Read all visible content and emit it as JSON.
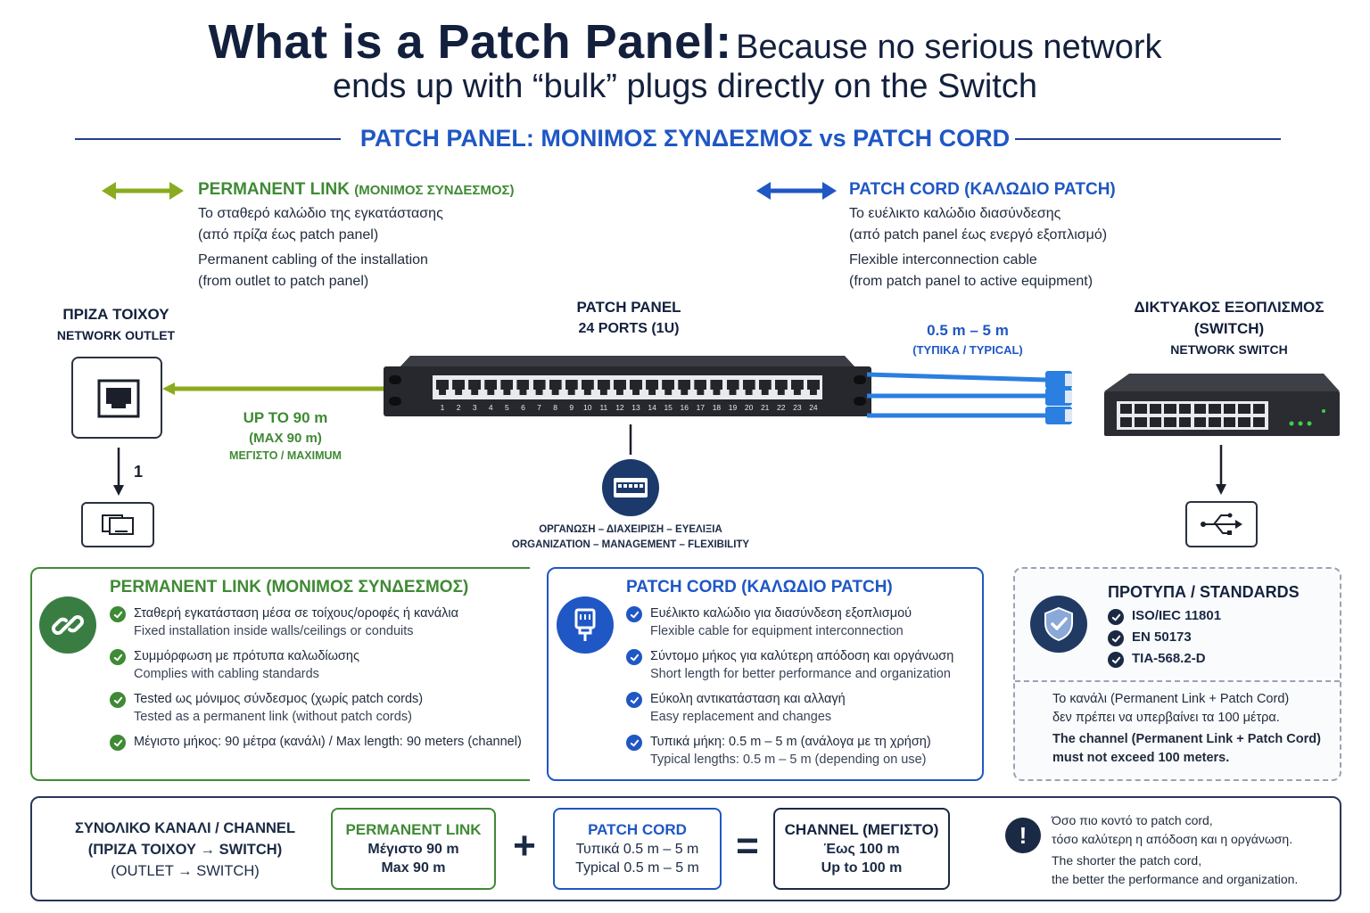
{
  "header": {
    "title_main": "What is a Patch Panel:",
    "title_sub_line1": "Because no serious network",
    "title_sub_line2": "ends up with “bulk” plugs directly on the Switch",
    "section_heading": "PATCH PANEL: ΜΟΝΙΜΟΣ ΣΥΝΔΕΣΜΟΣ vs PATCH CORD"
  },
  "permanent_link_desc": {
    "title": "PERMANENT LINK",
    "title_gr": "(ΜΟΝΙΜΟΣ ΣΥΝΔΕΣΜΟΣ)",
    "line1": "Το σταθερό καλώδιο της εγκατάστασης",
    "line2": "(από πρίζα έως patch panel)",
    "line3": "Permanent cabling of the installation",
    "line4": "(from outlet to patch panel)"
  },
  "patch_cord_desc": {
    "title": "PATCH CORD (ΚΑΛΩΔΙΟ PATCH)",
    "line1": "Το ευέλικτο καλώδιο διασύνδεσης",
    "line2": "(από patch panel έως ενεργό εξοπλισμό)",
    "line3": "Flexible interconnection cable",
    "line4": "(from patch panel to active equipment)"
  },
  "devices": {
    "outlet_gr": "ΠΡΙΖΑ ΤΟΙΧΟΥ",
    "outlet_en": "NETWORK OUTLET",
    "outlet_number": "1",
    "panel_name": "PATCH PANEL",
    "panel_ports": "24 PORTS (1U)",
    "panel_port_numbers": [
      "1",
      "2",
      "3",
      "4",
      "5",
      "6",
      "7",
      "8",
      "9",
      "10",
      "11",
      "12",
      "13",
      "14",
      "15",
      "16",
      "17",
      "18",
      "19",
      "20",
      "21",
      "22",
      "23",
      "24"
    ],
    "panel_caption_gr": "ΟΡΓΑΝΩΣΗ – ΔΙΑΧΕΙΡΙΣΗ – ΕΥΕΛΙΞΙΑ",
    "panel_caption_en": "ORGANIZATION – MANAGEMENT – FLEXIBILITY",
    "switch_gr1": "ΔΙΚΤΥΑΚΟΣ ΕΞΟΠΛΙΣΜΟΣ",
    "switch_gr2": "(SWITCH)",
    "switch_en": "NETWORK SWITCH"
  },
  "distances": {
    "perm_line1": "UP TO 90 m",
    "perm_line2": "(MAX 90 m)",
    "perm_line3": "ΜΕΓΙΣΤΟ / MAXIMUM",
    "cord_line1": "0.5 m – 5 m",
    "cord_line2": "(ΤΥΠΙΚΑ / TYPICAL)"
  },
  "perm_card": {
    "title": "PERMANENT LINK (ΜΟΝΙΜΟΣ ΣΥΝΔΕΣΜΟΣ)",
    "items": [
      {
        "main": "Σταθερή εγκατάσταση μέσα σε τοίχους/οροφές ή κανάλια",
        "sub": "Fixed installation inside walls/ceilings or conduits"
      },
      {
        "main": "Συμμόρφωση με πρότυπα καλωδίωσης",
        "sub": "Complies with cabling standards"
      },
      {
        "main": "Tested ως μόνιμος σύνδεσμος (χωρίς patch cords)",
        "sub": "Tested as a permanent link (without patch cords)"
      },
      {
        "main": "Μέγιστο μήκος: 90 μέτρα (κανάλι) / Max length: 90 meters (channel)",
        "sub": ""
      }
    ]
  },
  "cord_card": {
    "title": "PATCH CORD (ΚΑΛΩΔΙΟ PATCH)",
    "items": [
      {
        "main": "Ευέλικτο καλώδιο για διασύνδεση εξοπλισμού",
        "sub": "Flexible cable for equipment interconnection"
      },
      {
        "main": "Σύντομο μήκος για καλύτερη απόδοση και οργάνωση",
        "sub": "Short length for better performance and organization"
      },
      {
        "main": "Εύκολη αντικατάσταση και αλλαγή",
        "sub": "Easy replacement and changes"
      },
      {
        "main": "Τυπικά μήκη: 0.5 m – 5 m (ανάλογα με τη χρήση)",
        "sub": "Typical lengths: 0.5 m – 5 m (depending on use)"
      }
    ]
  },
  "standards_card": {
    "title": "ΠΡΟΤΥΠΑ / STANDARDS",
    "items": [
      "ISO/IEC 11801",
      "EN 50173",
      "TIA-568.2-D"
    ],
    "note_gr1": "Το κανάλι (Permanent Link + Patch Cord)",
    "note_gr2": "δεν πρέπει να υπερβαίνει τα 100 μέτρα.",
    "note_en1": "The channel (Permanent Link + Patch Cord)",
    "note_en2": "must not exceed 100 meters."
  },
  "channel": {
    "label1": "ΣΥΝΟΛΙΚΟ ΚΑΝΑΛΙ / CHANNEL",
    "label2": "(ΠΡΙΖΑ ΤΟΙΧΟΥ → SWITCH)",
    "label3": "(OUTLET → SWITCH)",
    "perm_title": "PERMANENT LINK",
    "perm_l2": "Μέγιστο 90 m",
    "perm_l3": "Max 90 m",
    "plus": "+",
    "cord_title": "PATCH CORD",
    "cord_l2": "Τυπικά 0.5 m – 5 m",
    "cord_l3": "Typical 0.5 m – 5 m",
    "equals": "=",
    "ch_title": "CHANNEL (ΜΕΓΙΣΤΟ)",
    "ch_l2": "Έως 100 m",
    "ch_l3": "Up to 100 m",
    "tip_gr1": "Όσο πιο κοντό το patch cord,",
    "tip_gr2": "τόσο καλύτερη η απόδοση και η οργάνωση.",
    "tip_en1": "The shorter the patch cord,",
    "tip_en2": "the better the performance and organization."
  },
  "colors": {
    "navy": "#13203d",
    "green": "#3f8a34",
    "olive_arrow": "#8aab1f",
    "blue": "#1f57c4",
    "cable_blue": "#2a7fe0"
  }
}
